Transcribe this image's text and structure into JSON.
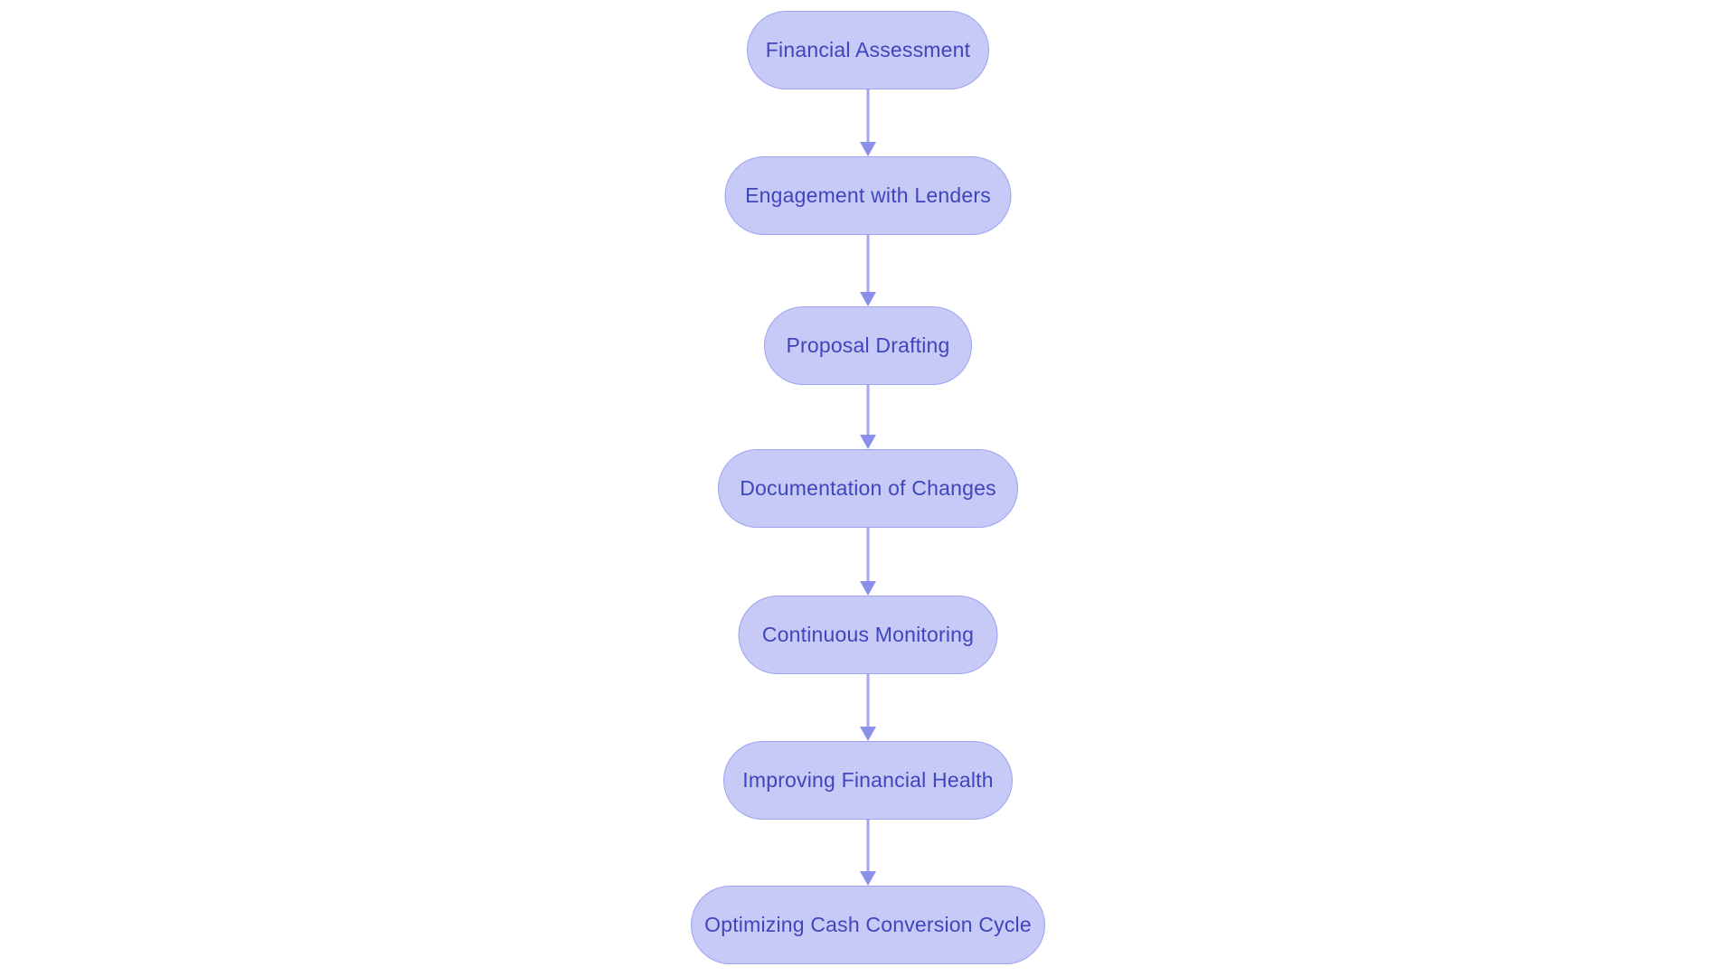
{
  "flowchart": {
    "type": "flowchart",
    "direction": "top-to-bottom",
    "nodes": [
      {
        "id": 0,
        "label": "Financial Assessment"
      },
      {
        "id": 1,
        "label": "Engagement with Lenders"
      },
      {
        "id": 2,
        "label": "Proposal Drafting"
      },
      {
        "id": 3,
        "label": "Documentation of Changes"
      },
      {
        "id": 4,
        "label": "Continuous Monitoring"
      },
      {
        "id": 5,
        "label": "Improving Financial Health"
      },
      {
        "id": 6,
        "label": "Optimizing Cash Conversion Cycle"
      }
    ],
    "edges": [
      {
        "from": 0,
        "to": 1
      },
      {
        "from": 1,
        "to": 2
      },
      {
        "from": 2,
        "to": 3
      },
      {
        "from": 3,
        "to": 4
      },
      {
        "from": 4,
        "to": 5
      },
      {
        "from": 5,
        "to": 6
      }
    ],
    "colors": {
      "node-fill": "#c7c9f7",
      "node-border": "#9da3f0",
      "node-text": "#3f46bc",
      "arrow-stem": "#a2a6f1",
      "arrow-head": "#8a8fe9",
      "bg": "#ffffff"
    }
  }
}
